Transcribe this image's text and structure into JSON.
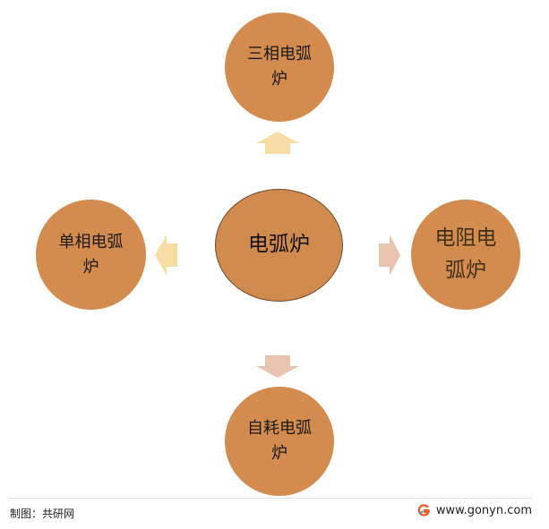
{
  "diagram": {
    "center": {
      "label": "电弧炉"
    },
    "top": {
      "label": "三相电弧炉"
    },
    "left": {
      "label": "单相电弧炉"
    },
    "right": {
      "label": "电阻电弧炉"
    },
    "bottom": {
      "label": "自耗电弧炉"
    }
  },
  "colors": {
    "node_fill": "#d48c4e",
    "arrow_yellow": "#f7dca4",
    "arrow_pink": "#e8c3ad"
  },
  "footer": {
    "source": "制图：共研网",
    "website": "www.gonyn.com",
    "logo_icon": "gonyn-logo-icon"
  }
}
